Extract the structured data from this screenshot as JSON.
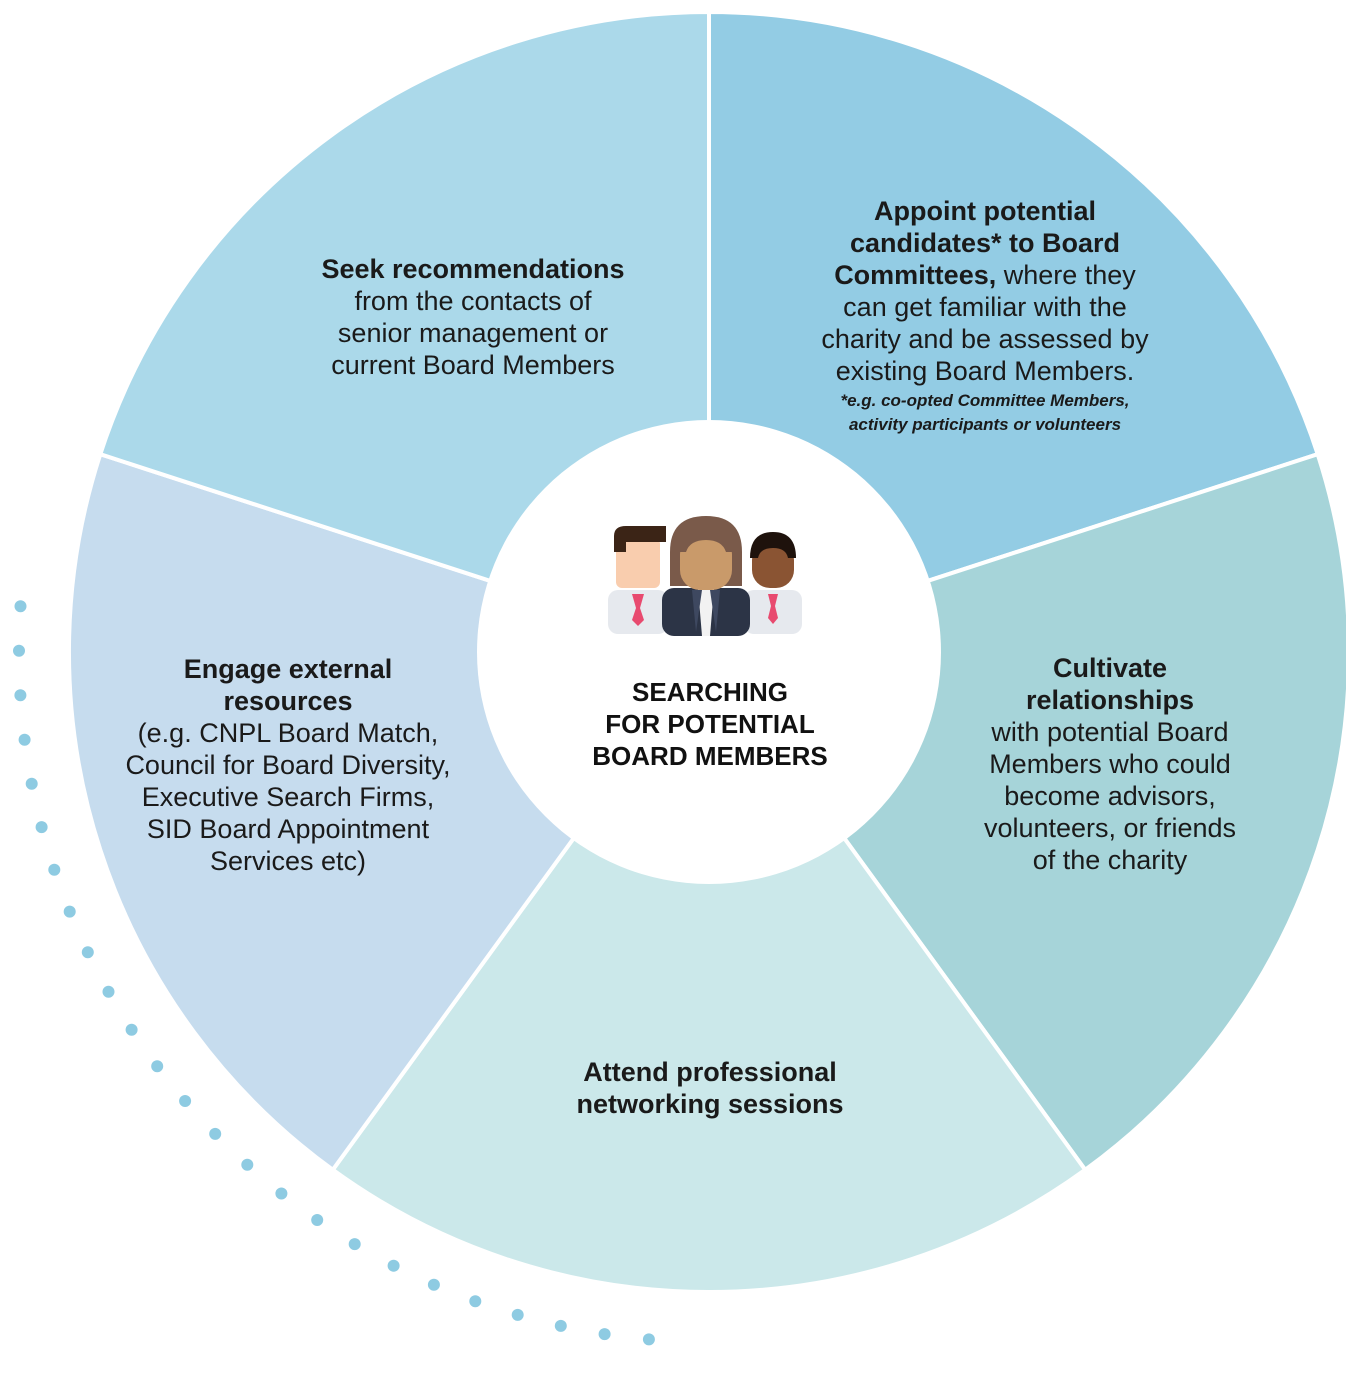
{
  "center": {
    "title_line1": "SEARCHING",
    "title_line2": "FOR POTENTIAL",
    "title_line3": "BOARD MEMBERS",
    "icon": "people-group-icon"
  },
  "segments": [
    {
      "id": "seek",
      "color": "#ABD9EA",
      "bold_lines": [
        "Seek recommendations"
      ],
      "lines": [
        "from the contacts of",
        "senior management or",
        "current Board Members"
      ]
    },
    {
      "id": "appoint",
      "color": "#93CCE4",
      "bold_lines": [
        "Appoint potential",
        "candidates* to Board"
      ],
      "mixed_bold": "Committees,",
      "mixed_rest": " where they",
      "lines": [
        "can get familiar with the",
        "charity and be assessed by",
        "existing Board Members."
      ],
      "note_lines": [
        "*e.g. co-opted Committee Members,",
        "activity participants or volunteers"
      ]
    },
    {
      "id": "cultivate",
      "color": "#A6D4D9",
      "bold_lines": [
        "Cultivate",
        "relationships"
      ],
      "lines": [
        "with potential Board",
        "Members who could",
        "become advisors,",
        "volunteers, or friends",
        "of the charity"
      ]
    },
    {
      "id": "attend",
      "color": "#CBE8EA",
      "bold_lines": [
        "Attend professional",
        "networking sessions"
      ],
      "lines": []
    },
    {
      "id": "engage",
      "color": "#C6DCEE",
      "bold_lines": [
        "Engage external",
        "resources"
      ],
      "lines": [
        "(e.g. CNPL Board Match,",
        "Council for Board Diversity,",
        "Executive Search Firms,",
        "SID Board Appointment",
        "Services etc)"
      ]
    }
  ],
  "decoration": {
    "dot_color": "#8ECBE2"
  }
}
